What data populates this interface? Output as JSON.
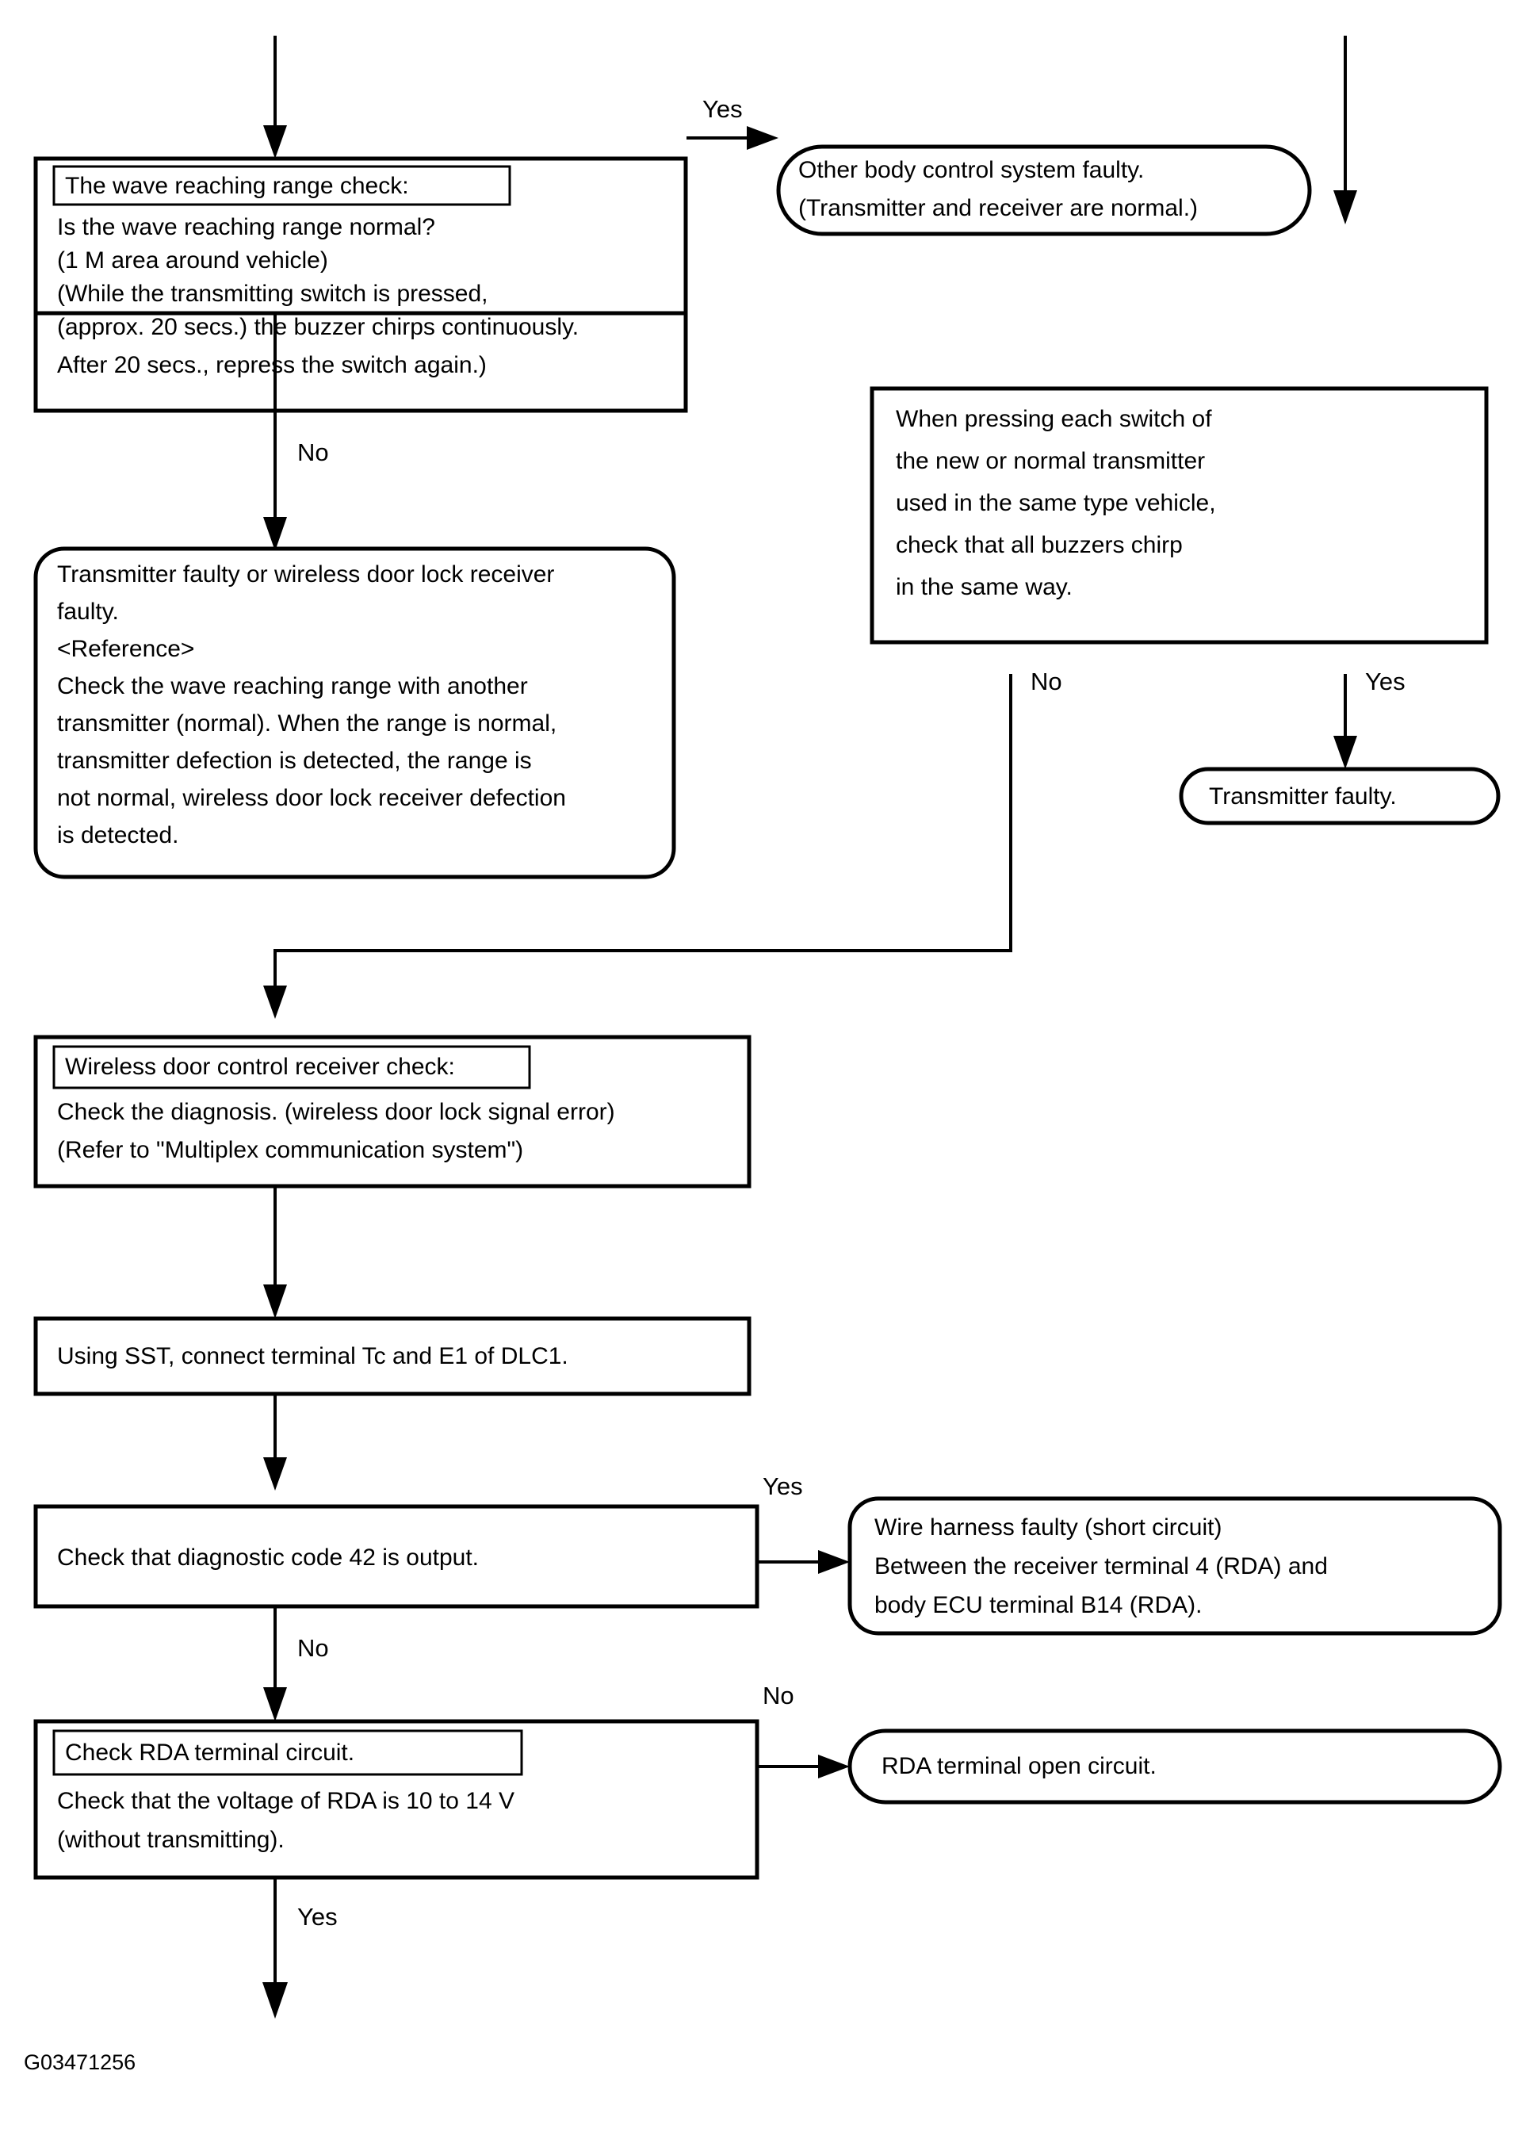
{
  "diagram": {
    "type": "troubleshooting-flowchart",
    "figure_code": "G03471256",
    "nodes": {
      "wave_range_check": {
        "title": "The wave reaching range check:",
        "lines": [
          "Is the wave reaching range normal?",
          "(1 M area around vehicle)",
          "(While the transmitting switch is pressed,",
          "(approx. 20 secs.) the buzzer chirps continuously.",
          "After 20 secs., repress the switch again.)"
        ]
      },
      "other_body_control": {
        "lines": [
          "Other body control system faulty.",
          "(Transmitter and receiver are normal.)"
        ]
      },
      "press_each_switch": {
        "lines": [
          "When pressing each switch of",
          "the new or normal transmitter",
          "used in the same type vehicle,",
          "check that all buzzers chirp",
          "in the same way."
        ]
      },
      "transmitter_faulty_terminal": {
        "lines": [
          "Transmitter faulty."
        ]
      },
      "transmitter_or_receiver_faulty": {
        "lines": [
          "Transmitter faulty or wireless door lock receiver",
          "faulty.",
          "<Reference>",
          "Check the wave reaching range with another",
          "transmitter (normal). When the range is normal,",
          "transmitter defection is detected, the range is",
          "not normal, wireless door lock receiver defection",
          "is detected."
        ]
      },
      "receiver_check": {
        "title": "Wireless door control receiver check:",
        "lines": [
          "Check the diagnosis. (wireless door lock signal error)",
          "(Refer to \"Multiplex communication system\")"
        ]
      },
      "using_sst": {
        "lines": [
          "Using SST, connect terminal Tc and E1 of DLC1."
        ]
      },
      "check_code_42": {
        "lines": [
          "Check that diagnostic code 42 is output."
        ]
      },
      "wire_harness_faulty": {
        "lines": [
          "Wire harness faulty (short circuit)",
          "Between the receiver terminal 4 (RDA) and",
          "body ECU terminal B14 (RDA)."
        ]
      },
      "check_rda_circuit": {
        "title": "Check RDA terminal circuit.",
        "lines": [
          "Check that the voltage of RDA is 10 to 14 V",
          "(without transmitting)."
        ]
      },
      "rda_open_circuit": {
        "lines": [
          "RDA terminal open circuit."
        ]
      }
    },
    "edge_labels": {
      "wave_yes": "Yes",
      "wave_no": "No",
      "press_no": "No",
      "press_yes": "Yes",
      "code42_yes": "Yes",
      "code42_no": "No",
      "rda_no": "No",
      "rda_yes": "Yes"
    },
    "colors": {
      "stroke": "#000000",
      "background": "#ffffff"
    }
  }
}
